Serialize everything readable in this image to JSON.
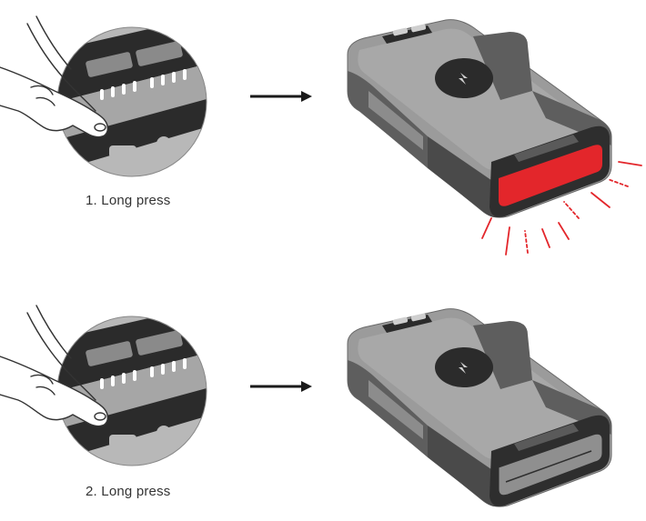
{
  "steps": [
    {
      "caption": "1. Long press",
      "light_state": "on"
    },
    {
      "caption": "2. Long press",
      "light_state": "off"
    }
  ],
  "colors": {
    "device_body": "#9b9b9b",
    "device_dark": "#3a3a3a",
    "device_mid": "#6d6d6d",
    "light_on": "#e3262b",
    "closeup_bg": "#b5b5b5",
    "arrow": "#1a1a1a"
  },
  "icons": [
    "finger-press-icon",
    "arrow-right-icon",
    "wireless-charger-icon",
    "light-rays-icon"
  ]
}
